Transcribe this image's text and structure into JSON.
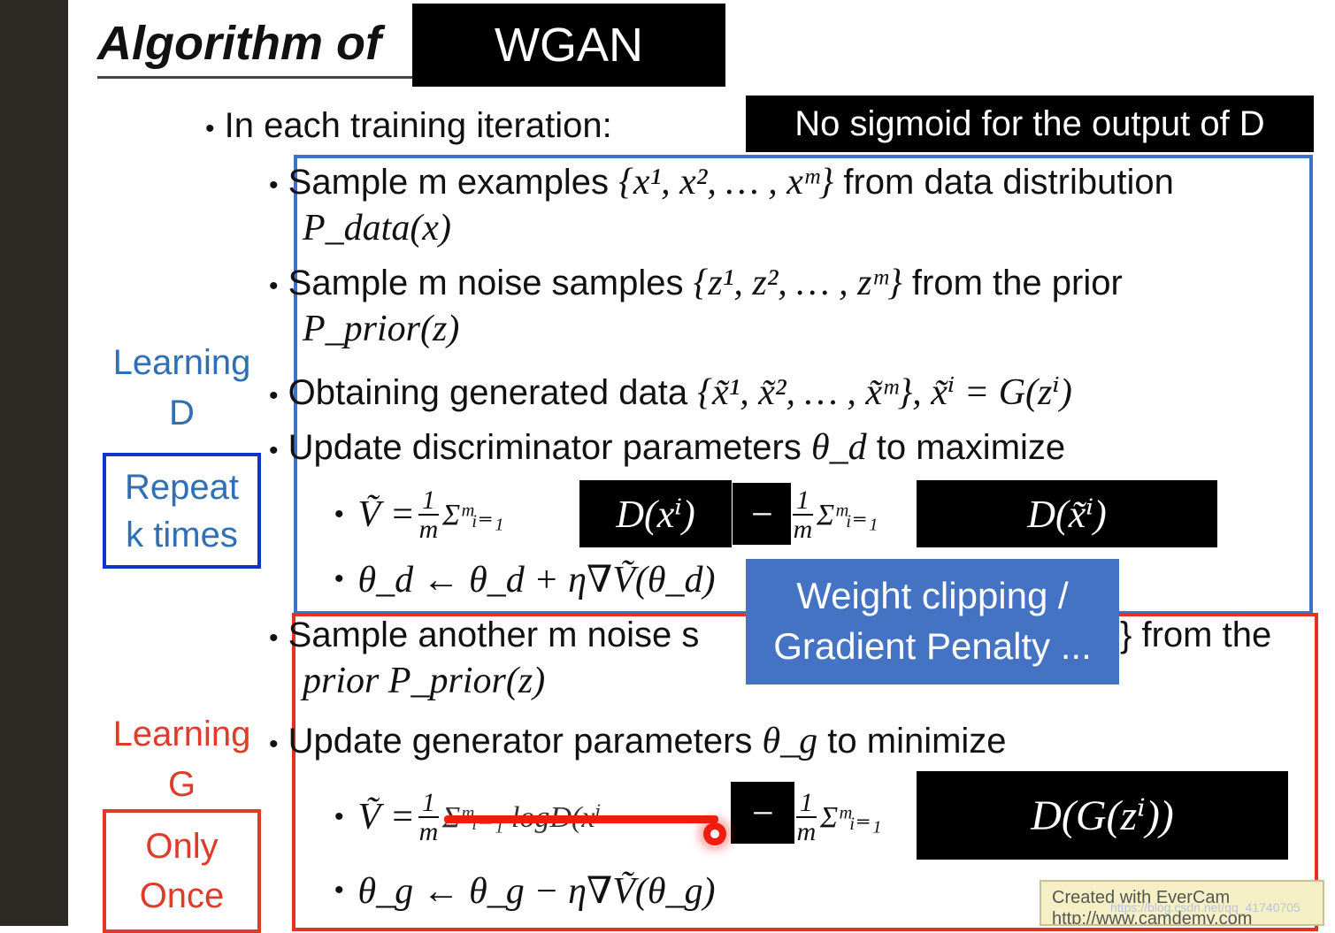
{
  "title": {
    "prefix": "Algorithm of",
    "highlight": "WGAN"
  },
  "note_no_sigmoid": "No sigmoid for the output of D",
  "intro_bullet": "In each training iteration:",
  "bullet_char": "•",
  "side": {
    "learning_d_line1": "Learning",
    "learning_d_line2": "D",
    "repeat_line1": "Repeat",
    "repeat_line2": "k times",
    "learning_g_line1": "Learning",
    "learning_g_line2": "G",
    "once_line1": "Only",
    "once_line2": "Once"
  },
  "d_steps": {
    "s1_text": "Sample m examples",
    "s1_set": "{x¹, x², … , xᵐ}",
    "s1_suffix": "from data distribution",
    "s1_dist": "P_data(x)",
    "s2_text": "Sample m noise samples",
    "s2_set": "{z¹, z², … , zᵐ}",
    "s2_suffix": "from the prior",
    "s2_dist": "P_prior(z)",
    "s3_text": "Obtaining generated data",
    "s3_set": "{x̃¹, x̃², … , x̃ᵐ}, x̃ⁱ = G(zⁱ)",
    "s4_text": "Update discriminator parameters",
    "s4_param": "θ_d",
    "s4_suffix": "to maximize",
    "v_lhs": "Ṽ =",
    "frac_num": "1",
    "frac_den": "m",
    "sum": "Σᵐᵢ₌₁",
    "box1": "D(xⁱ)",
    "minus": "−",
    "box2": "D(x̃ⁱ)",
    "update_d": "θ_d ← θ_d + η∇Ṽ(θ_d)"
  },
  "weight_clip": {
    "line1": "Weight clipping /",
    "line2": "Gradient Penalty ..."
  },
  "g_steps": {
    "s1_text": "Sample another m noise s",
    "s1_suffix": "} from the",
    "s1_dist": "prior P_prior(z)",
    "s2_text": "Update generator parameters",
    "s2_param": "θ_g",
    "s2_suffix": "to minimize",
    "struck_term": "Σᵐᵢ₌₁ logD(xⁱ",
    "box": "D(G(zⁱ))",
    "update_g": "θ_g ← θ_g − η∇Ṽ(θ_g)"
  },
  "evercam": {
    "line1": "Created with EverCam",
    "line2": "http://www.camdemy.com"
  },
  "watermark": "https://blog.csdn.net/qq_41740705",
  "colors": {
    "blue_frame": "#3d72c4",
    "red_frame": "#e33122",
    "weight_box": "#4573c4",
    "left_bar": "#2d2a26"
  }
}
